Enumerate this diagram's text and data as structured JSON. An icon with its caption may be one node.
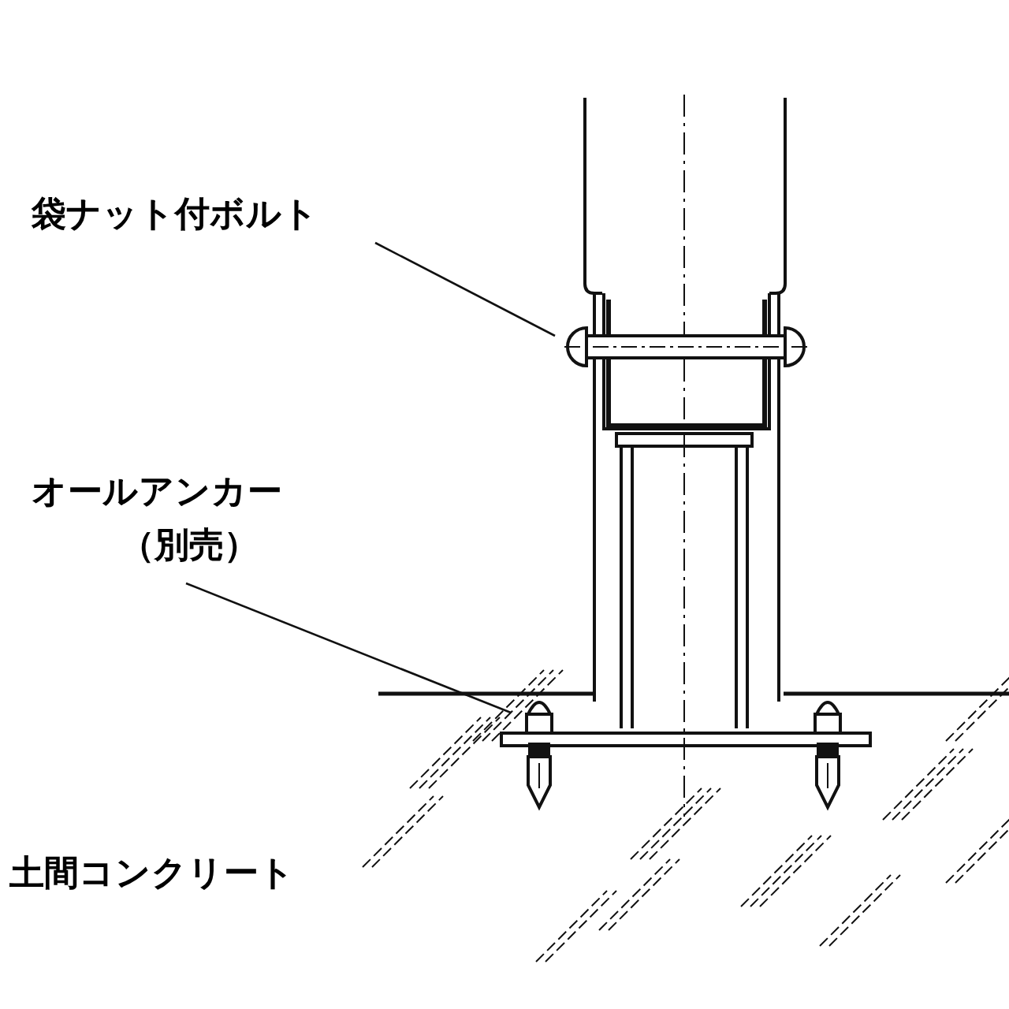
{
  "diagram": {
    "nodes": [
      {
        "text": [
          "袋ナット付ボルト"
        ]
      },
      {
        "text": [
          "オールアンカー",
          "（別売）"
        ]
      },
      {
        "text": [],
        "shape": "picture"
      },
      {
        "text": [],
        "shape": "picture"
      },
      {
        "text": [],
        "shape": "picture"
      }
    ],
    "edges": [
      {
        "from": 0,
        "to": 2,
        "arrow": "none"
      },
      {
        "from": 1,
        "to": 3,
        "arrow": "none"
      }
    ],
    "labels": [
      "土間コンクリート"
    ]
  }
}
